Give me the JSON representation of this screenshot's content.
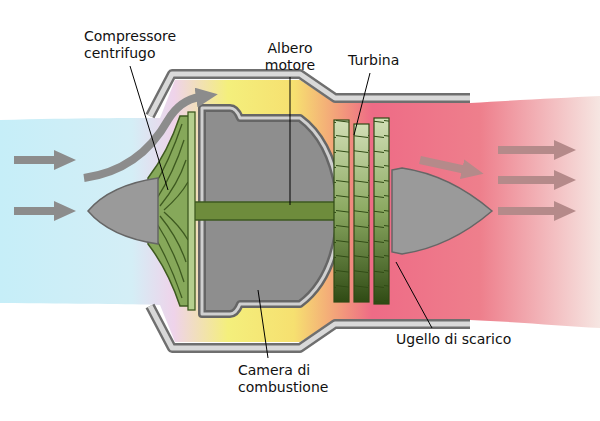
{
  "diagram": {
    "labels": [
      "Compressore centrifugo",
      "Albero motore",
      "Turbina",
      "Ugello di scarico",
      "Camera di combustione"
    ]
  }
}
